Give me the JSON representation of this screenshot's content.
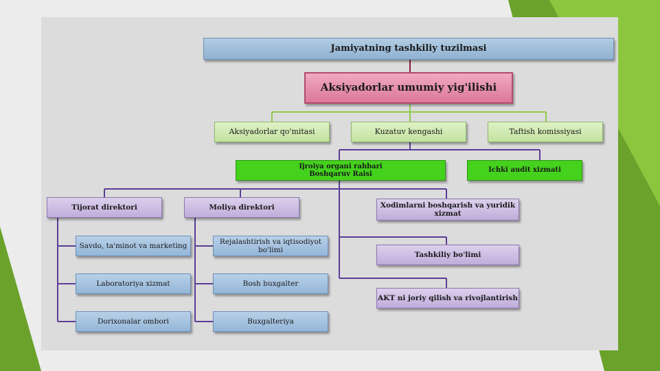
{
  "colors": {
    "connector_green": "#8fca4c",
    "connector_purple": "#5b3c96",
    "connector_dark": "#8c1a3a",
    "bright_green": "#44d21d"
  },
  "title": "Jamiyatning tashkiliy tuzilmasi",
  "general_assembly": "Aksiyadorlar umumiy yig'ilishi",
  "level2": [
    "Aksiyadorlar qo'mitasi",
    "Kuzatuv kengashi",
    "Taftish komissiyasi"
  ],
  "executive": {
    "line1": "Ijroiya organi rahbari",
    "line2": "Boshqaruv Raisi"
  },
  "internal_audit": "Ichki audit xizmati",
  "commercial": {
    "head": "Tijorat direktori",
    "items": [
      "Savdo, ta'minot va marketing",
      "Laboratoriya xizmat",
      "Dorixonalar ombori"
    ]
  },
  "finance": {
    "head": "Moliya direktori",
    "items": [
      "Rejalashtirish va iqtisodiyot bo'limi",
      "Bosh buxgalter",
      "Buxgalteriya"
    ]
  },
  "other_units": [
    "Xodimlarni boshqarish va yuridik  xizmat",
    "Tashkiliy bo'limi",
    "AKT ni joriy qilish va rivojlantirish"
  ]
}
